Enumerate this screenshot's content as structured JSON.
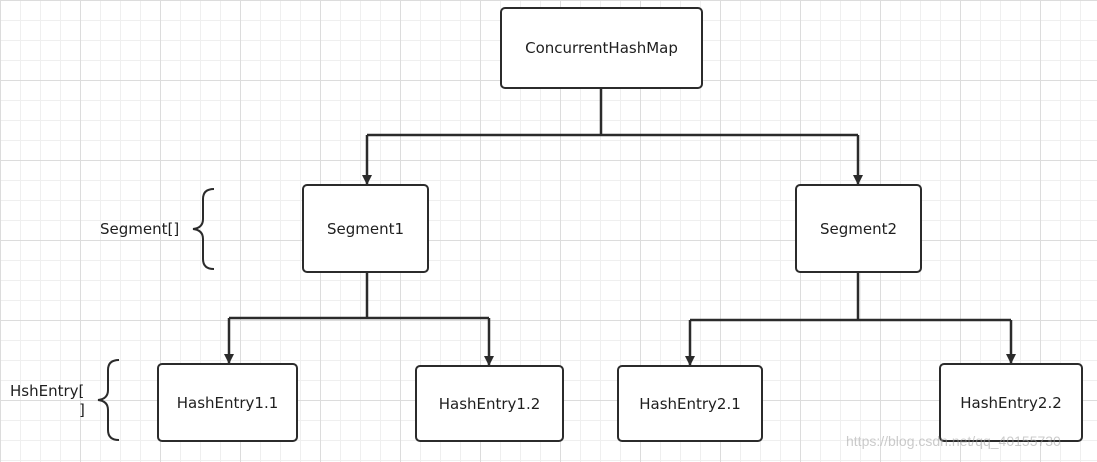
{
  "diagram": {
    "root": "ConcurrentHashMap",
    "segments": [
      "Segment1",
      "Segment2"
    ],
    "entries": [
      "HashEntry1.1",
      "HashEntry1.2",
      "HashEntry2.1",
      "HashEntry2.2"
    ],
    "labels": {
      "segment_array": "Segment[]",
      "entry_array_line1": "HshEntry[",
      "entry_array_line2": "]"
    }
  },
  "watermark": "https://blog.csdn.net/qq_40155730"
}
